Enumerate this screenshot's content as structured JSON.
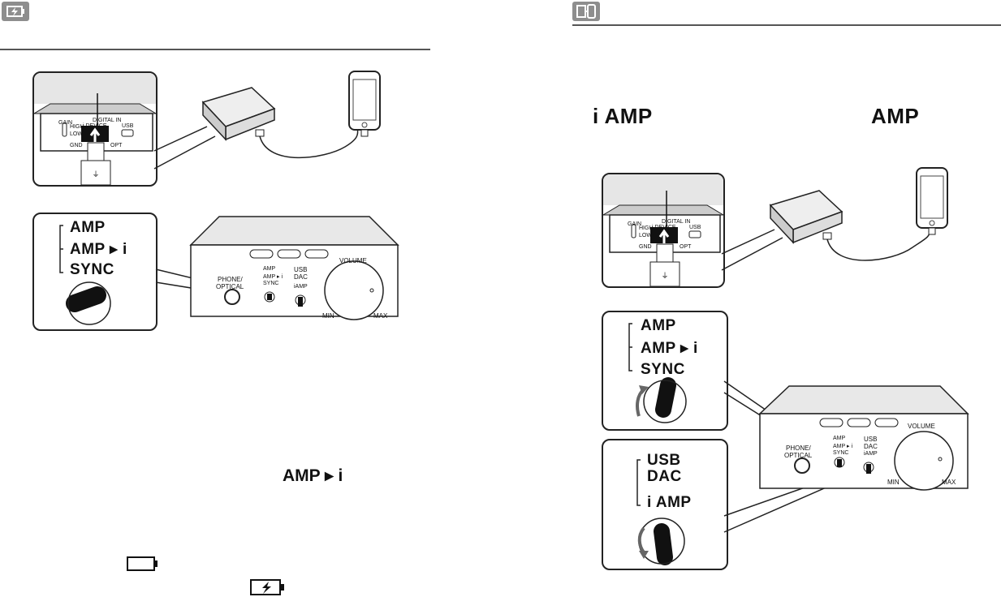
{
  "left_page": {
    "header_icon": "battery-charge-icon",
    "diagram_top": {
      "panel_labels": {
        "digital_in": "DIGITAL IN",
        "i_device": "i DEVICE",
        "gain": "GAIN",
        "high": "HIGH",
        "low": "LOW",
        "usb": "USB",
        "opt": "OPT",
        "gnd": "GND"
      }
    },
    "diagram_bottom": {
      "switch_positions": [
        "AMP",
        "AMP ▸ i",
        "SYNC"
      ],
      "front_labels": {
        "phone_optical_1": "PHONE/",
        "phone_optical_2": "OPTICAL",
        "sw_amp": "AMP",
        "sw_ampi": "AMP ▸ i",
        "sw_sync": "SYNC",
        "usb": "USB",
        "dac": "DAC",
        "iamp": "iAMP",
        "volume": "VOLUME",
        "min": "MIN",
        "max": "MAX"
      }
    },
    "inline_mode_label": "AMP ▸ i",
    "battery_icons": [
      "battery-empty-icon",
      "battery-charging-icon"
    ]
  },
  "right_page": {
    "header_icon": "device-connect-icon",
    "mode_label_left": "i AMP",
    "mode_label_right": "AMP",
    "diagram_top": {
      "panel_labels": {
        "digital_in": "DIGITAL IN",
        "i_device": "i DEVICE",
        "gain": "GAIN",
        "high": "HIGH",
        "low": "LOW",
        "usb": "USB",
        "opt": "OPT",
        "gnd": "GND"
      }
    },
    "switch_panel_1": [
      "AMP",
      "AMP ▸ i",
      "SYNC"
    ],
    "switch_panel_2": [
      "USB",
      "DAC",
      "i AMP"
    ],
    "front_labels": {
      "phone_optical_1": "PHONE/",
      "phone_optical_2": "OPTICAL",
      "sw_amp": "AMP",
      "sw_ampi": "AMP ▸ i",
      "sw_sync": "SYNC",
      "usb": "USB",
      "dac": "DAC",
      "iamp": "iAMP",
      "volume": "VOLUME",
      "min": "MIN",
      "max": "MAX"
    }
  }
}
